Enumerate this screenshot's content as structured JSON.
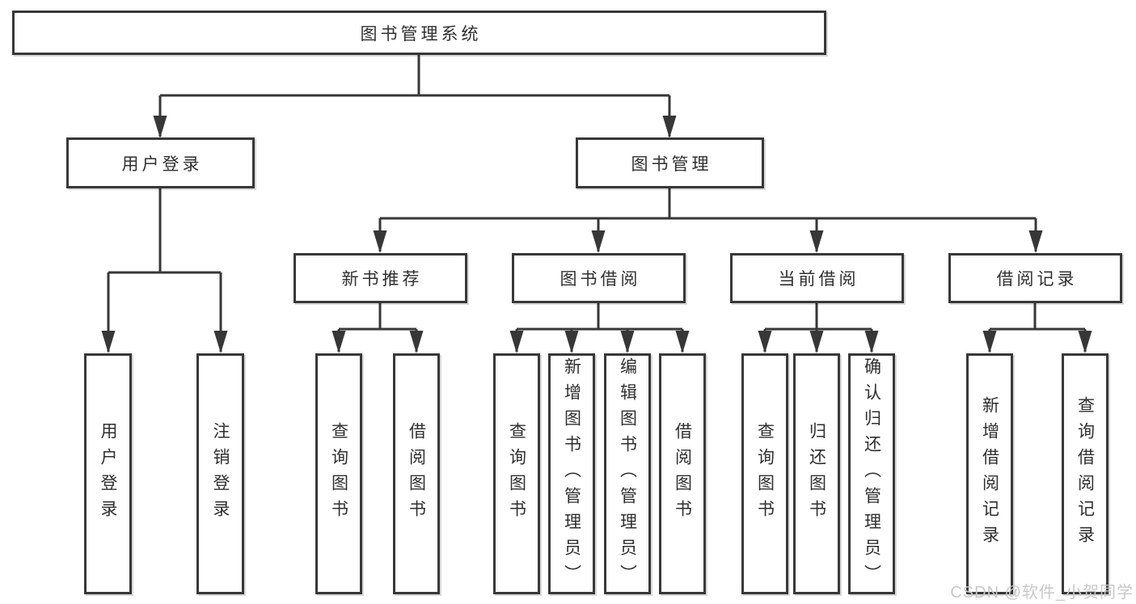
{
  "diagram": {
    "root": {
      "label": "图书管理系统"
    },
    "level2": [
      {
        "id": "user-login",
        "label": "用户登录"
      },
      {
        "id": "book-management",
        "label": "图书管理"
      }
    ],
    "level3": [
      {
        "id": "new-book-recommend",
        "label": "新书推荐"
      },
      {
        "id": "book-borrowing",
        "label": "图书借阅"
      },
      {
        "id": "current-borrowing",
        "label": "当前借阅"
      },
      {
        "id": "borrowing-records",
        "label": "借阅记录"
      }
    ],
    "leaves": [
      {
        "parent": "用户登录",
        "label": "用户登录"
      },
      {
        "parent": "用户登录",
        "label": "注销登录"
      },
      {
        "parent": "新书推荐",
        "label": "查询图书"
      },
      {
        "parent": "新书推荐",
        "label": "借阅图书"
      },
      {
        "parent": "图书借阅",
        "label": "查询图书"
      },
      {
        "parent": "图书借阅",
        "label": "新增图书（管理员）"
      },
      {
        "parent": "图书借阅",
        "label": "编辑图书（管理员）"
      },
      {
        "parent": "图书借阅",
        "label": "借阅图书"
      },
      {
        "parent": "当前借阅",
        "label": "查询图书"
      },
      {
        "parent": "当前借阅",
        "label": "归还图书"
      },
      {
        "parent": "当前借阅",
        "label": "确认归还（管理员）"
      },
      {
        "parent": "借阅记录",
        "label": "新增借阅记录"
      },
      {
        "parent": "借阅记录",
        "label": "查询借阅记录"
      }
    ]
  },
  "watermark": {
    "text": "CSDN @软件_小贺同学",
    "color": "#c8c8c8"
  },
  "colors": {
    "line": "#373737",
    "box_border": "#383838",
    "box_background": "#ffffff",
    "text": "#2f2f2f",
    "page_background": "#ffffff"
  }
}
